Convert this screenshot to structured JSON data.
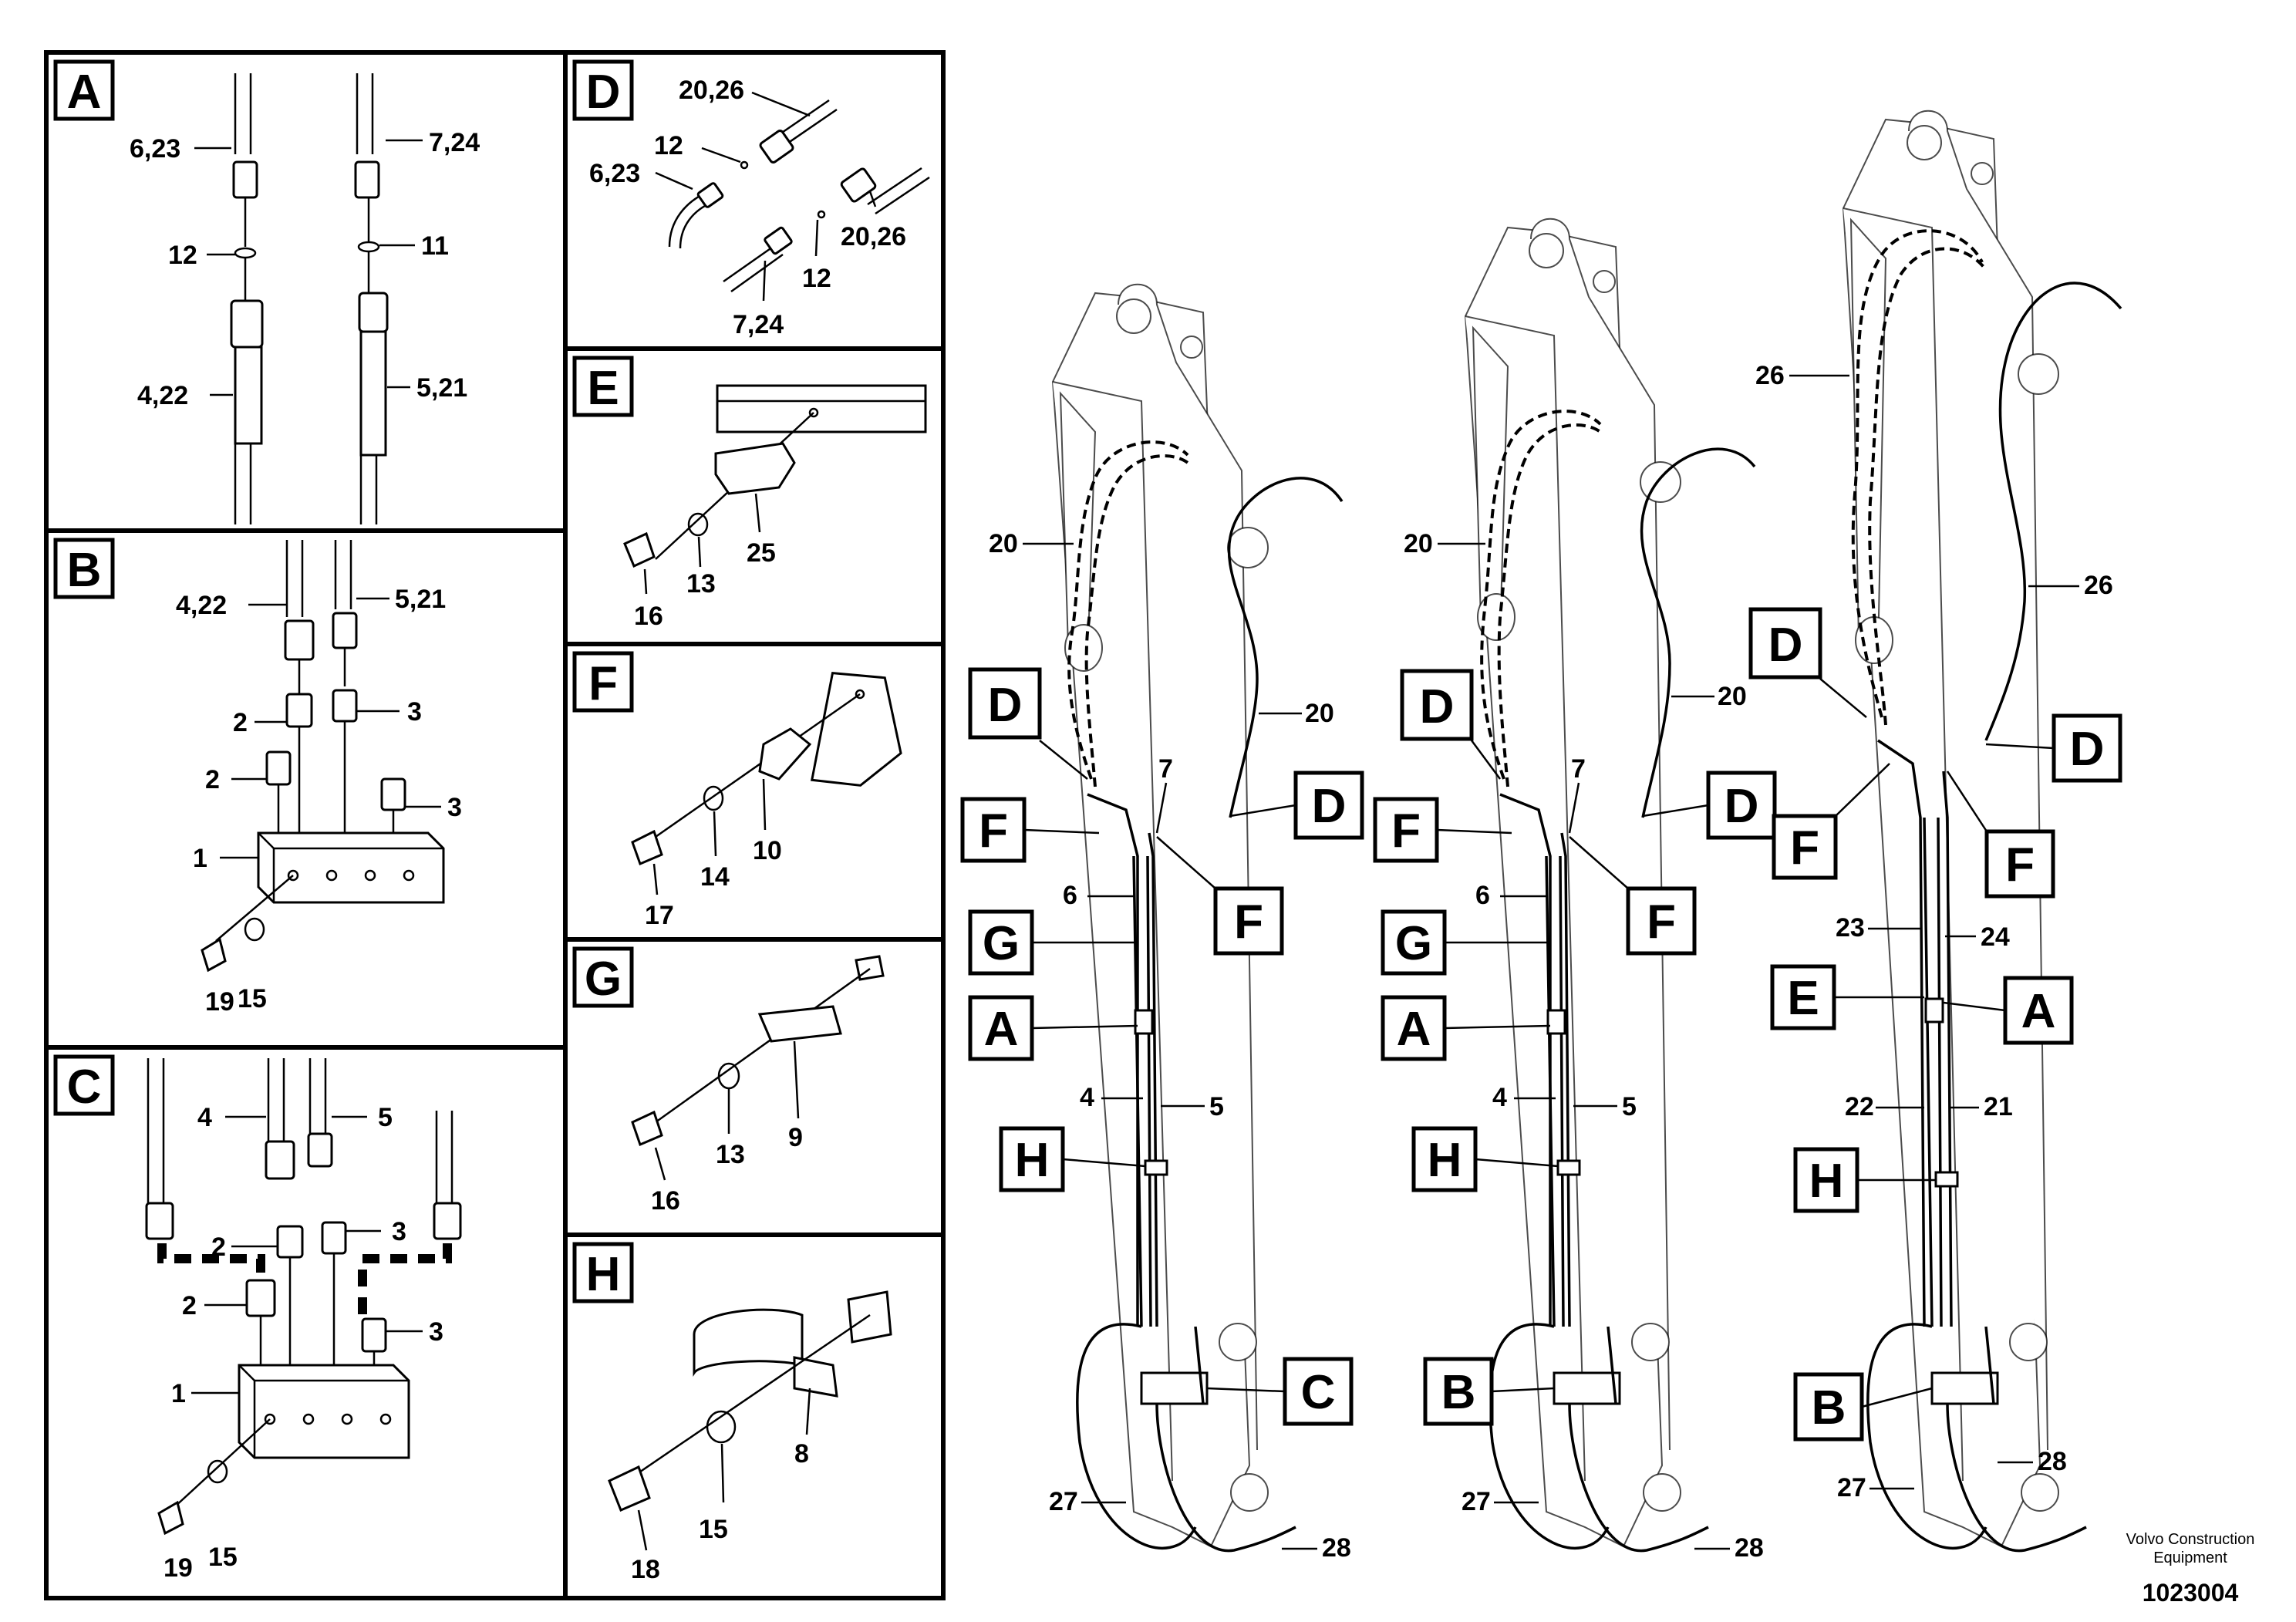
{
  "panels": {
    "A": {
      "letter": "A",
      "labels": [
        "6,23",
        "7,24",
        "12",
        "11",
        "4,22",
        "5,21"
      ]
    },
    "B": {
      "letter": "B",
      "labels": [
        "4,22",
        "5,21",
        "2",
        "3",
        "2",
        "3",
        "1",
        "19",
        "15"
      ]
    },
    "C": {
      "letter": "C",
      "labels": [
        "4",
        "5",
        "2",
        "3",
        "2",
        "3",
        "1",
        "19",
        "15"
      ]
    },
    "D": {
      "letter": "D",
      "labels": [
        "20,26",
        "12",
        "6,23",
        "20,26",
        "12",
        "7,24"
      ]
    },
    "E": {
      "letter": "E",
      "labels": [
        "16",
        "13",
        "25"
      ]
    },
    "F": {
      "letter": "F",
      "labels": [
        "17",
        "14",
        "10"
      ]
    },
    "G": {
      "letter": "G",
      "labels": [
        "16",
        "13",
        "9"
      ]
    },
    "H": {
      "letter": "H",
      "labels": [
        "18",
        "15",
        "8"
      ]
    }
  },
  "booms": {
    "left": {
      "callouts": [
        "D",
        "F",
        "G",
        "A",
        "H",
        "D",
        "F",
        "C"
      ],
      "labels": [
        "20",
        "20",
        "7",
        "6",
        "4",
        "5",
        "27",
        "28"
      ]
    },
    "middle": {
      "callouts": [
        "D",
        "F",
        "G",
        "A",
        "H",
        "D",
        "F",
        "B"
      ],
      "labels": [
        "20",
        "20",
        "7",
        "6",
        "4",
        "5",
        "27",
        "28"
      ]
    },
    "right": {
      "callouts": [
        "D",
        "F",
        "E",
        "H",
        "D",
        "F",
        "A",
        "B"
      ],
      "labels": [
        "26",
        "26",
        "23",
        "24",
        "22",
        "21",
        "27",
        "28"
      ]
    }
  },
  "footer": {
    "credit_line1": "Volvo Construction",
    "credit_line2": "Equipment",
    "doc_number": "1023004"
  }
}
